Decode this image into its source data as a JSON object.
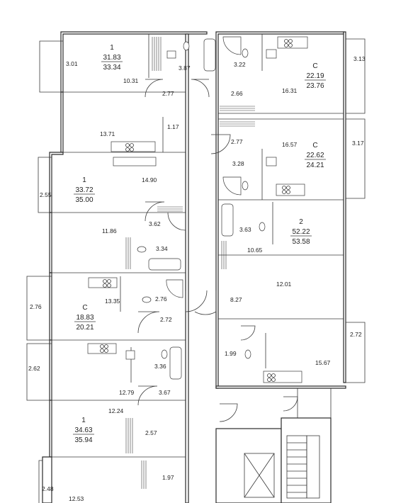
{
  "plan": {
    "colors": {
      "wall": "#2a2a2a",
      "background": "#ffffff",
      "text": "#1f1f1f"
    },
    "apartments": [
      {
        "id": "a1",
        "rooms_label": "1",
        "living_area": "31.83",
        "total_area": "33.34"
      },
      {
        "id": "a2",
        "rooms_label": "C",
        "living_area": "22.19",
        "total_area": "23.76"
      },
      {
        "id": "a3",
        "rooms_label": "C",
        "living_area": "22.62",
        "total_area": "24.21"
      },
      {
        "id": "a4",
        "rooms_label": "1",
        "living_area": "33.72",
        "total_area": "35.00"
      },
      {
        "id": "a5",
        "rooms_label": "2",
        "living_area": "52.22",
        "total_area": "53.58"
      },
      {
        "id": "a6",
        "rooms_label": "C",
        "living_area": "18.83",
        "total_area": "20.21"
      },
      {
        "id": "a7",
        "rooms_label": "1",
        "living_area": "34.63",
        "total_area": "35.94"
      }
    ],
    "rooms": [
      {
        "id": "r01",
        "area": "3.01"
      },
      {
        "id": "r02",
        "area": "10.31"
      },
      {
        "id": "r03",
        "area": "3.87"
      },
      {
        "id": "r04",
        "area": "2.77"
      },
      {
        "id": "r05",
        "area": "3.22"
      },
      {
        "id": "r06",
        "area": "3.13"
      },
      {
        "id": "r07",
        "area": "2.66"
      },
      {
        "id": "r08",
        "area": "16.31"
      },
      {
        "id": "r09",
        "area": "1.17"
      },
      {
        "id": "r10",
        "area": "13.71"
      },
      {
        "id": "r11",
        "area": "2.77"
      },
      {
        "id": "r12",
        "area": "16.57"
      },
      {
        "id": "r13",
        "area": "3.17"
      },
      {
        "id": "r14",
        "area": "3.28"
      },
      {
        "id": "r15",
        "area": "14.90"
      },
      {
        "id": "r16",
        "area": "2.55"
      },
      {
        "id": "r17",
        "area": "3.63"
      },
      {
        "id": "r18",
        "area": "3.62"
      },
      {
        "id": "r19",
        "area": "11.86"
      },
      {
        "id": "r20",
        "area": "10.65"
      },
      {
        "id": "r21",
        "area": "3.34"
      },
      {
        "id": "r22",
        "area": "12.01"
      },
      {
        "id": "r23",
        "area": "2.76"
      },
      {
        "id": "r24",
        "area": "13.35"
      },
      {
        "id": "r25",
        "area": "2.76"
      },
      {
        "id": "r26",
        "area": "8.27"
      },
      {
        "id": "r27",
        "area": "2.72"
      },
      {
        "id": "r28",
        "area": "2.72"
      },
      {
        "id": "r29",
        "area": "2.62"
      },
      {
        "id": "r30",
        "area": "3.36"
      },
      {
        "id": "r31",
        "area": "1.99"
      },
      {
        "id": "r32",
        "area": "15.67"
      },
      {
        "id": "r33",
        "area": "12.79"
      },
      {
        "id": "r34",
        "area": "3.67"
      },
      {
        "id": "r35",
        "area": "12.24"
      },
      {
        "id": "r36",
        "area": "2.57"
      },
      {
        "id": "r37",
        "area": "1.97"
      },
      {
        "id": "r38",
        "area": "2.48"
      },
      {
        "id": "r39",
        "area": "12.53"
      }
    ]
  }
}
